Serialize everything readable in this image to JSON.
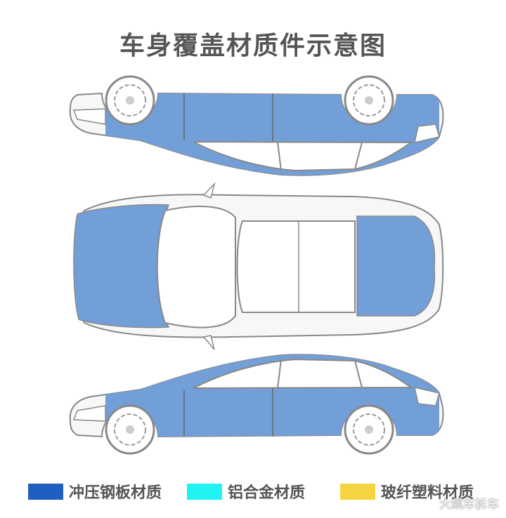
{
  "title": "车身覆盖材质件示意图",
  "colors": {
    "steel": "#1e5fbf",
    "aluminum": "#1ff2f0",
    "fiberglass": "#f5d442",
    "panel_fill": "#739fd8",
    "outline": "#888888"
  },
  "legend": [
    {
      "label": "冲压钢板材质",
      "color": "#1e5fbf"
    },
    {
      "label": "铝合金材质",
      "color": "#1ff2f0"
    },
    {
      "label": "玻纤塑料材质",
      "color": "#f5d442"
    }
  ],
  "watermark": "大飙车拆车"
}
